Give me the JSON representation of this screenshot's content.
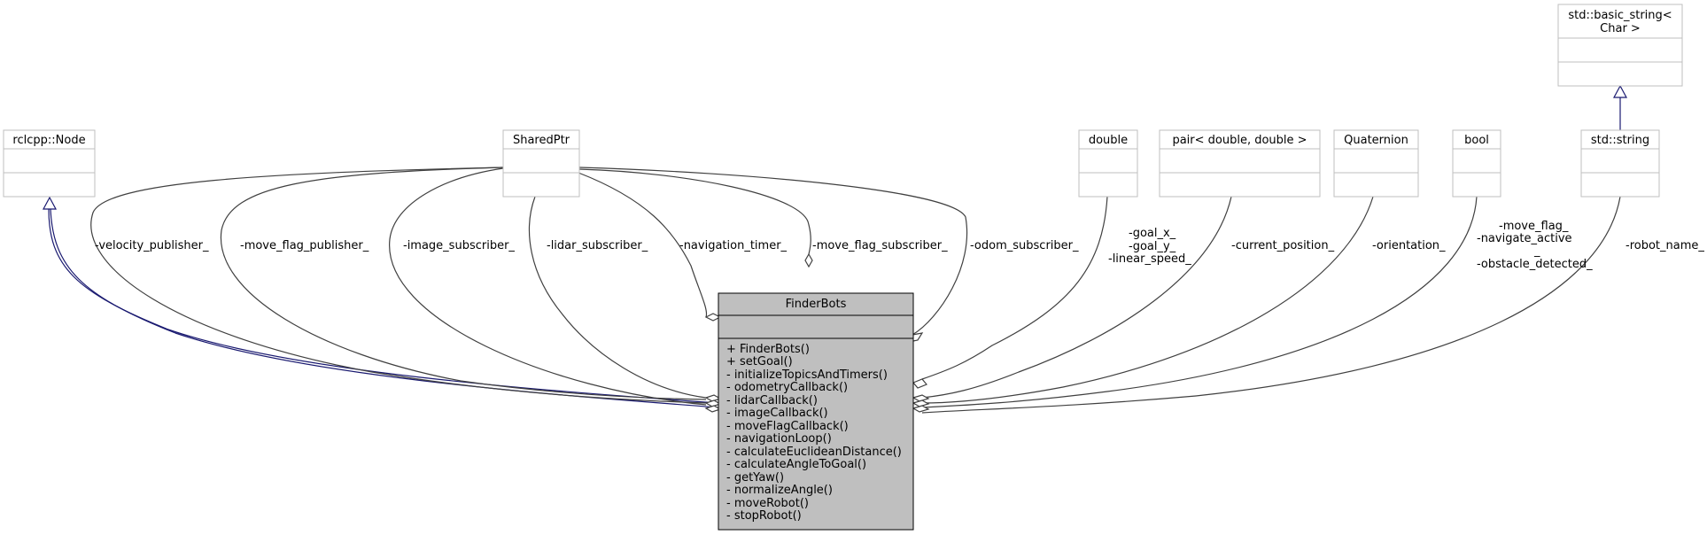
{
  "classes": {
    "rclcpp_node": {
      "name": "rclcpp::Node"
    },
    "shared_ptr": {
      "name": "SharedPtr"
    },
    "double": {
      "name": "double"
    },
    "pair": {
      "name": "pair< double, double >"
    },
    "quaternion": {
      "name": "Quaternion"
    },
    "bool": {
      "name": "bool"
    },
    "std_string": {
      "name": "std::string"
    },
    "basic_string": {
      "name_line1": "std::basic_string<",
      "name_line2": "Char >"
    },
    "finderbots": {
      "name": "FinderBots",
      "methods": [
        "+ FinderBots()",
        "+ setGoal()",
        "- initializeTopicsAndTimers()",
        "- odometryCallback()",
        "- lidarCallback()",
        "- imageCallback()",
        "- moveFlagCallback()",
        "- navigationLoop()",
        "- calculateEuclideanDistance()",
        "- calculateAngleToGoal()",
        "- getYaw()",
        "- normalizeAngle()",
        "- moveRobot()",
        "- stopRobot()"
      ]
    }
  },
  "edges": {
    "velocity_publisher": "-velocity_publisher_",
    "move_flag_publisher": "-move_flag_publisher_",
    "image_subscriber": "-image_subscriber_",
    "lidar_subscriber": "-lidar_subscriber_",
    "navigation_timer": "-navigation_timer_",
    "move_flag_subscriber": "-move_flag_subscriber_",
    "odom_subscriber": "-odom_subscriber_",
    "double_members": [
      "-goal_x_",
      "-goal_y_",
      "-linear_speed_"
    ],
    "current_position": "-current_position_",
    "orientation": "-orientation_",
    "bool_members": [
      "-move_flag_",
      "-navigate_active",
      "_",
      "-obstacle_detected_"
    ],
    "robot_name": "-robot_name_"
  },
  "colors": {
    "box_border": "#bfbfbf",
    "main_fill": "#bfbfbf",
    "main_border": "#000000",
    "edge": "#404040",
    "inheritance": "#191970"
  }
}
